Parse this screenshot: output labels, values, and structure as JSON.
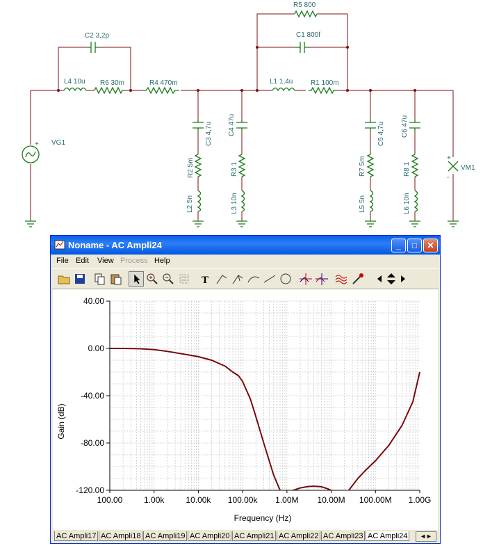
{
  "schematic": {
    "components": {
      "c2": "C2 3,2p",
      "l4": "L4 10u",
      "r6": "R6 30m",
      "r4": "R4 470m",
      "r5": "R5 800",
      "c1": "C1 800f",
      "l1": "L1 1,4u",
      "r1": "R1 100m",
      "vg1": "VG1",
      "c3": "C3 4,7u",
      "r2": "R2 5m",
      "l2": "L2 5n",
      "c4": "C4 47u",
      "r3": "R3 1",
      "l3": "L3 10n",
      "c5": "C5 4,7u",
      "r7": "R7 5m",
      "l5": "L5 5n",
      "c6": "C6 47u",
      "r8": "R8 1",
      "l6": "L6 10n",
      "vm1": "VM1",
      "plus": "+",
      "minus": "-"
    }
  },
  "window": {
    "title": "Noname - AC Ampli24",
    "menu": [
      "File",
      "Edit",
      "View",
      "Process",
      "Help"
    ],
    "menu_disabled": [
      "Process"
    ],
    "toolbar_icons": [
      "open-folder-icon",
      "save-icon",
      "copy-icon",
      "paste-icon",
      "pointer-icon",
      "zoom-in-icon",
      "zoom-out-icon",
      "grid-icon",
      "text-icon",
      "annotate-icon",
      "annotate2-icon",
      "curve-icon",
      "line-icon",
      "circle-icon",
      "cursor-a-icon",
      "cursor-b-icon",
      "wave-icon",
      "probe-icon",
      "arrow-left-icon",
      "arrow-updown-icon",
      "arrow-right-icon"
    ]
  },
  "tabs": [
    "AC Ampli17",
    "AC Ampli18",
    "AC Ampli19",
    "AC Ampli20",
    "AC Ampli21",
    "AC Ampli22",
    "AC Ampli23",
    "AC Ampli24"
  ],
  "active_tab": "AC Ampli24",
  "chart_data": {
    "type": "line",
    "xlabel": "Frequency (Hz)",
    "ylabel": "Gain (dB)",
    "x_scale": "log",
    "xlim": [
      100,
      1000000000
    ],
    "ylim": [
      -120,
      40
    ],
    "x_tick_labels": [
      "100.00",
      "1.00k",
      "10.00k",
      "100.00k",
      "1.00M",
      "10.00M",
      "100.00M",
      "1.00G"
    ],
    "x_tick_values": [
      100,
      1000,
      10000,
      100000,
      1000000,
      10000000,
      100000000,
      1000000000
    ],
    "y_tick_labels": [
      "40.00",
      "0.00",
      "-40.00",
      "-80.00",
      "-120.00"
    ],
    "y_tick_values": [
      40,
      0,
      -40,
      -80,
      -120
    ],
    "grid": true,
    "line_color": "#7a0a0a",
    "series": [
      {
        "segments": [
          {
            "x": [
              100,
              200,
              500,
              1000,
              2000,
              5000,
              10000,
              20000,
              40000,
              60000,
              80000,
              100000,
              150000,
              200000,
              300000,
              500000,
              700000
            ],
            "y": [
              0,
              0,
              -0.3,
              -1,
              -2.5,
              -5,
              -7,
              -10,
              -15,
              -20,
              -23,
              -28,
              -43,
              -58,
              -80,
              -107,
              -120
            ]
          },
          {
            "x": [
              1400000,
              2000000,
              3000000,
              4000000,
              6000000,
              8000000,
              10000000
            ],
            "y": [
              -120,
              -118,
              -116.8,
              -116.5,
              -117,
              -118.5,
              -120
            ]
          },
          {
            "x": [
              25000000,
              40000000,
              60000000,
              100000000,
              200000000,
              400000000,
              700000000,
              1000000000
            ],
            "y": [
              -120,
              -110,
              -103,
              -95,
              -82,
              -65,
              -45,
              -20
            ]
          }
        ]
      }
    ]
  }
}
